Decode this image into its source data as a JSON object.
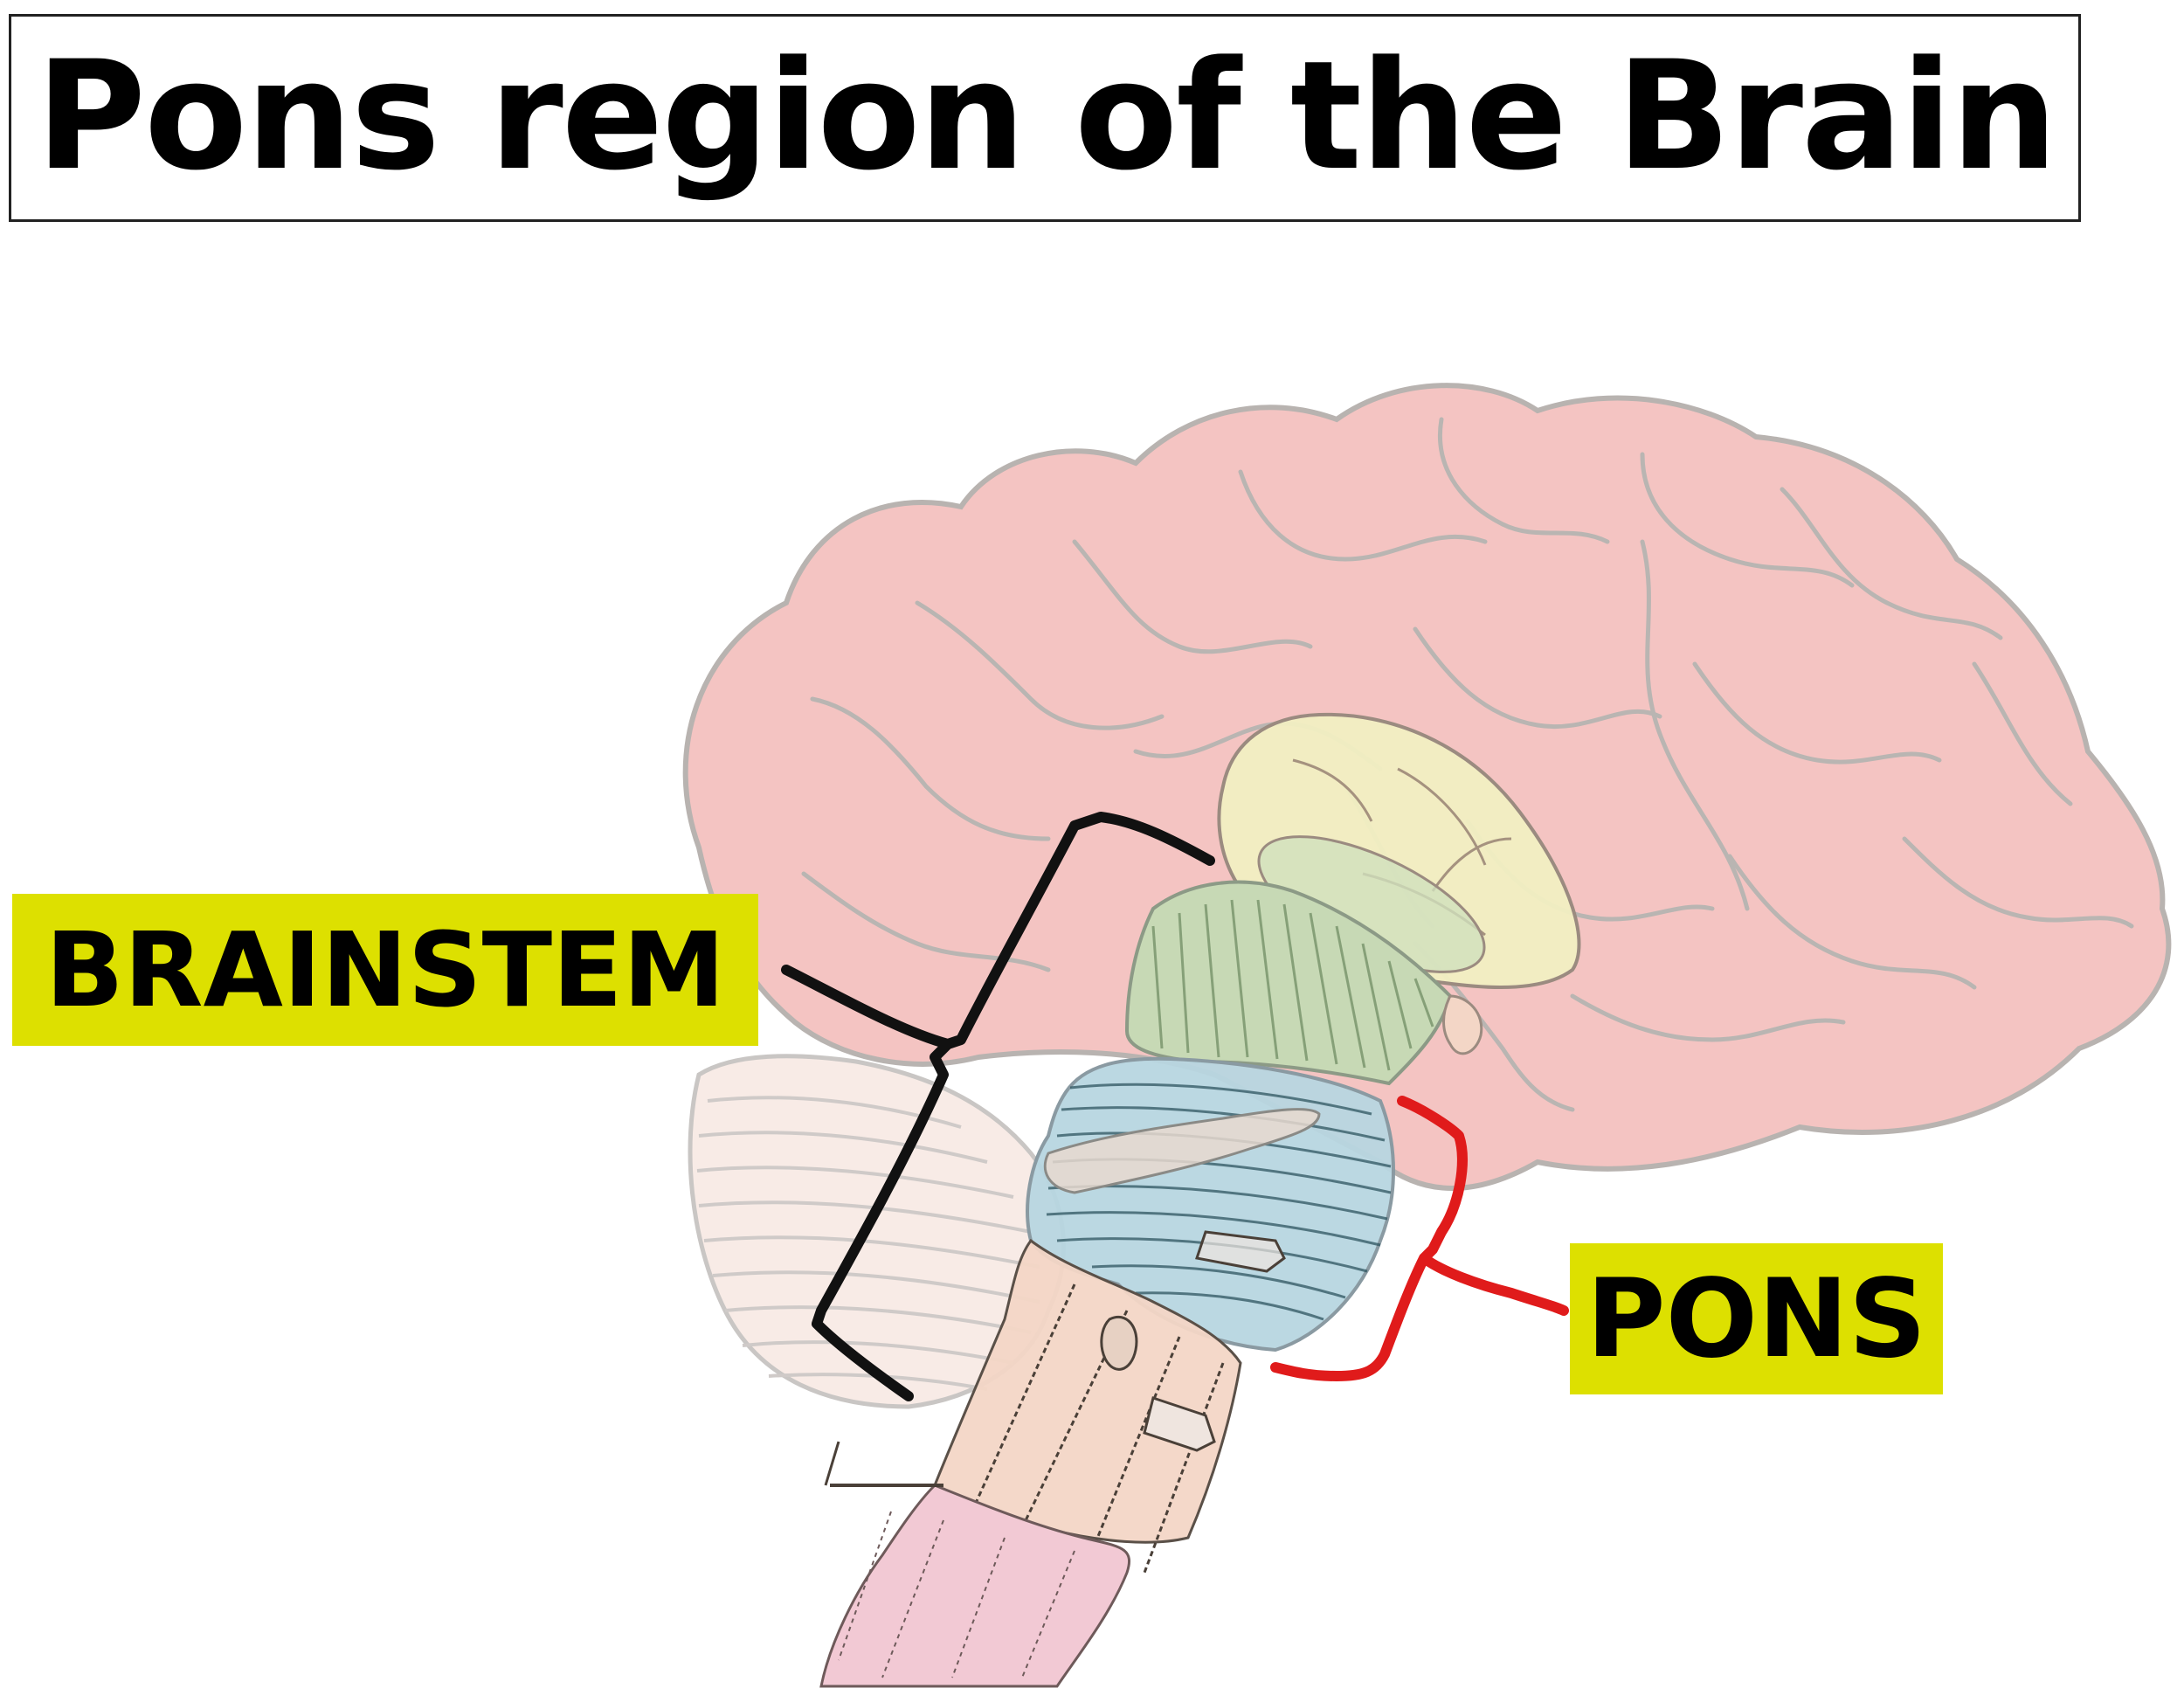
{
  "title": "Pons region of the Brain",
  "labels": {
    "brainstem": "BRAINSTEM",
    "pons": "PONS"
  },
  "colors": {
    "label_highlight": "#dde000",
    "brainstem_bracket": "#111111",
    "pons_bracket": "#e01b1b",
    "cerebrum": "#f4c4c2",
    "cerebellum": "#f8ebe6",
    "thalamus": "#f1efc2",
    "midbrain": "#c7d9b5",
    "pons": "#b7d6e0",
    "medulla": "#f3d6c6",
    "spinal_cord": "#f2c9d4"
  }
}
